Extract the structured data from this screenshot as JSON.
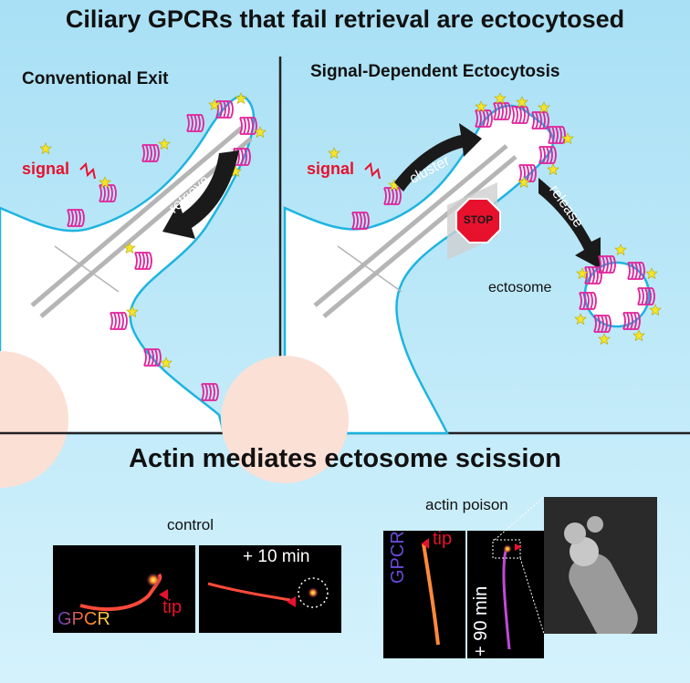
{
  "header": {
    "title": "Ciliary GPCRs that fail retrieval are ectocytosed"
  },
  "left_panel": {
    "title": "Conventional Exit",
    "signal_label": "signal",
    "arrow_label": "retrieve"
  },
  "right_panel": {
    "title": "Signal-Dependent Ectocytosis",
    "signal_label": "signal",
    "cluster_label": "cluster",
    "release_label": "release",
    "stop_label": "STOP",
    "ectosome_label": "ectosome"
  },
  "bottom": {
    "title": "Actin mediates ectosome scission",
    "control_label": "control",
    "control_time": "+ 10 min",
    "gpcr_label": "GPCR",
    "tip_label": "tip",
    "poison_label": "actin poison",
    "poison_time": "+ 90 min",
    "poison_gpcr_label": "GPCR",
    "poison_tip_label": "tip"
  },
  "colors": {
    "membrane": "#1eb4e0",
    "receptor": "#e0249a",
    "signal_star": "#f5e52a",
    "signal_text": "#e8112d",
    "stop_sign": "#e8112d",
    "axoneme": "#b5b5b5"
  },
  "icons": [
    "star-icon",
    "zigzag-signal-icon",
    "stop-sign-icon",
    "curved-arrow-icon",
    "red-triangle-pointer-icon"
  ]
}
